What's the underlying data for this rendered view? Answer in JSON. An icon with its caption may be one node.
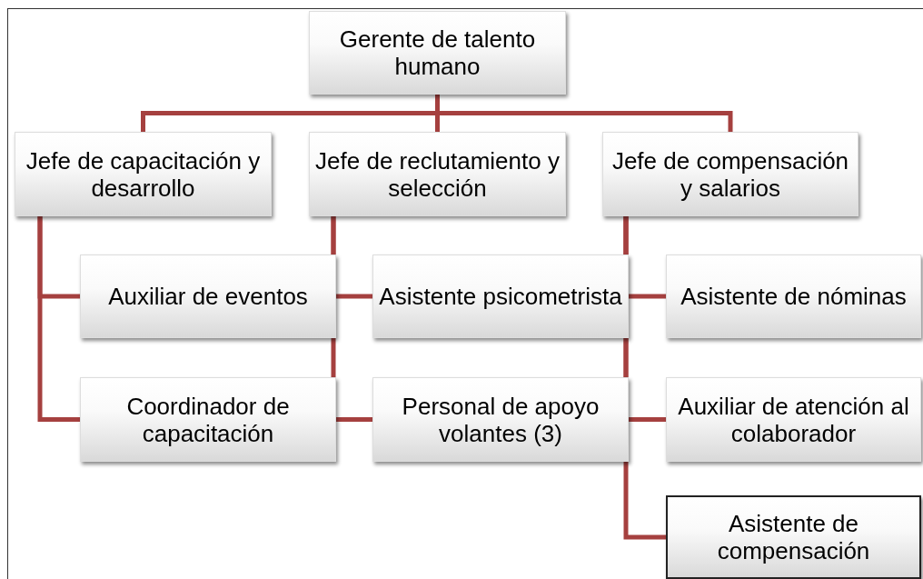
{
  "diagram": {
    "nodes": [
      {
        "text": [
          "Gerente de talento humano"
        ]
      },
      {
        "text": [
          "Jefe de capacitación y desarrollo"
        ]
      },
      {
        "text": [
          "Jefe de reclutamiento y selección"
        ]
      },
      {
        "text": [
          "Jefe de compensación y salarios"
        ]
      },
      {
        "text": [
          "Auxiliar de eventos"
        ]
      },
      {
        "text": [
          "Asistente psicometrista"
        ]
      },
      {
        "text": [
          "Asistente de nóminas"
        ]
      },
      {
        "text": [
          "Coordinador de capacitación"
        ]
      },
      {
        "text": [
          "Personal de apoyo volantes (3)"
        ]
      },
      {
        "text": [
          "Auxiliar de atención al colaborador"
        ]
      },
      {
        "text": [
          "Asistente de compensación"
        ]
      }
    ],
    "edges": [
      {
        "from": 0,
        "to": 1,
        "arrow": "none"
      },
      {
        "from": 0,
        "to": 2,
        "arrow": "none"
      },
      {
        "from": 0,
        "to": 3,
        "arrow": "none"
      },
      {
        "from": 1,
        "to": 4,
        "arrow": "none"
      },
      {
        "from": 1,
        "to": 7,
        "arrow": "none"
      },
      {
        "from": 2,
        "to": 5,
        "arrow": "none"
      },
      {
        "from": 2,
        "to": 8,
        "arrow": "none"
      },
      {
        "from": 3,
        "to": 6,
        "arrow": "none"
      },
      {
        "from": 3,
        "to": 9,
        "arrow": "none"
      },
      {
        "from": 3,
        "to": 10,
        "arrow": "none"
      }
    ]
  }
}
